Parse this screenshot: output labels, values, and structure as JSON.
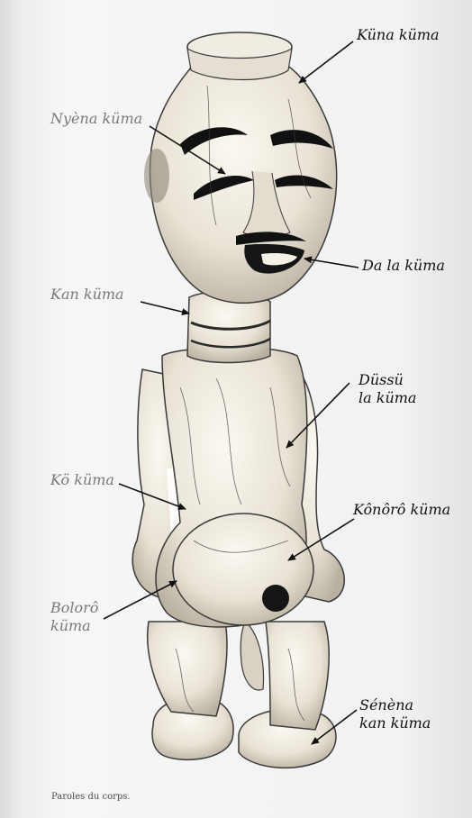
{
  "labels": {
    "kuna_kuma": "Küna küma",
    "nyena_kuma": "Nyèna küma",
    "da_la_kuma": "Da la küma",
    "kan_kuma": "Kan küma",
    "dussu_la_kuma_1": "Düssü",
    "dussu_la_kuma_2": "la küma",
    "ko_kuma": "Kö küma",
    "konoro_kuma": "Kônôrô küma",
    "boloro_kuma_1": "Bolorô",
    "boloro_kuma_2": "küma",
    "senena_kan_kuma_1": "Sénèna",
    "senena_kan_kuma_2": "kan küma"
  },
  "caption": "Paroles du corps.",
  "colors": {
    "ivory": "#efeadf",
    "ivory_shadow": "#c9c2b3",
    "ink": "#161616",
    "grey_label": "#7a7a7a"
  }
}
